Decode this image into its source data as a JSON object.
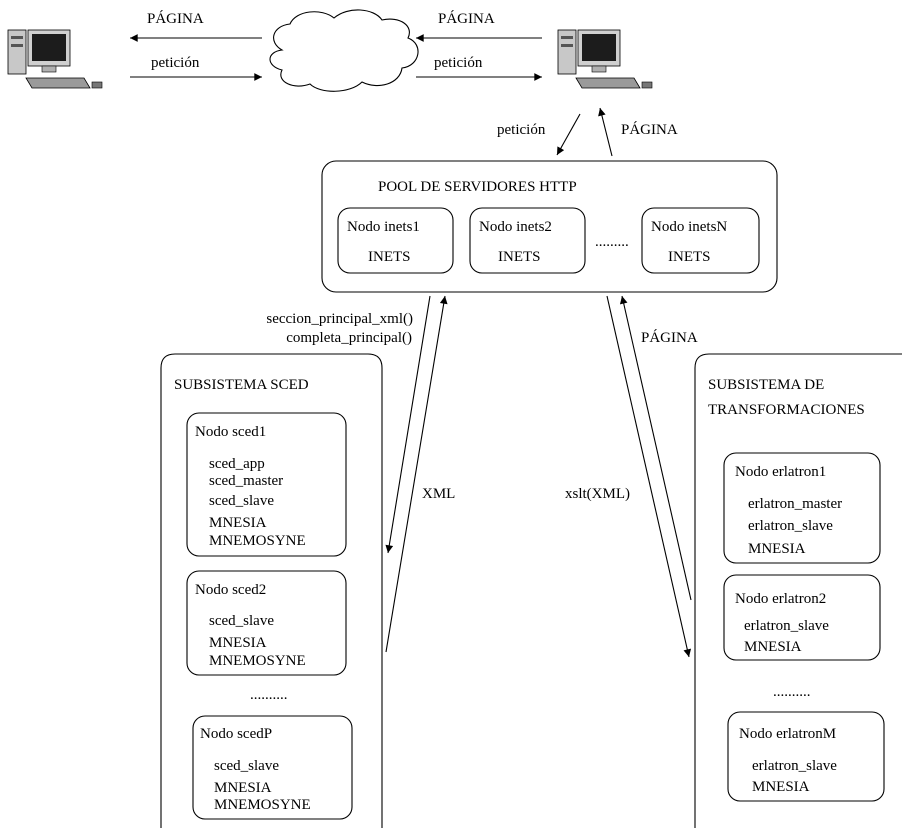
{
  "top": {
    "left_link": {
      "response": "PÁGINA",
      "request": "petición"
    },
    "right_link": {
      "response": "PÁGINA",
      "request": "petición"
    },
    "down_link": {
      "request": "petición",
      "response": "PÁGINA"
    }
  },
  "pool": {
    "title": "POOL DE SERVIDORES HTTP",
    "nodes": [
      {
        "name": "Nodo inets1",
        "app": "INETS"
      },
      {
        "name": "Nodo inets2",
        "app": "INETS"
      },
      {
        "name": "Nodo inetsN",
        "app": "INETS"
      }
    ],
    "ellipsis": "........."
  },
  "left_calls": {
    "line1": "seccion_principal_xml()",
    "line2": "completa_principal()",
    "xml": "XML"
  },
  "right_calls": {
    "pagina": "PÁGINA",
    "xslt": "xslt(XML)"
  },
  "sced": {
    "title": "SUBSISTEMA SCED",
    "nodes": [
      {
        "name": "Nodo sced1",
        "apps": [
          "sced_app",
          "sced_master",
          "sced_slave",
          "MNESIA",
          "MNEMOSYNE"
        ]
      },
      {
        "name": "Nodo sced2",
        "apps": [
          "sced_slave",
          "MNESIA",
          "MNEMOSYNE"
        ]
      },
      {
        "name": "Nodo scedP",
        "apps": [
          "sced_slave",
          "MNESIA",
          "MNEMOSYNE"
        ]
      }
    ],
    "ellipsis": ".........."
  },
  "trans": {
    "title_line1": "SUBSISTEMA DE",
    "title_line2": "TRANSFORMACIONES",
    "nodes": [
      {
        "name": "Nodo erlatron1",
        "apps": [
          "erlatron_master",
          "erlatron_slave",
          "MNESIA"
        ]
      },
      {
        "name": "Nodo erlatron2",
        "apps": [
          "erlatron_slave",
          "MNESIA"
        ]
      },
      {
        "name": "Nodo erlatronM",
        "apps": [
          "erlatron_slave",
          "MNESIA"
        ]
      }
    ],
    "ellipsis": ".........."
  }
}
